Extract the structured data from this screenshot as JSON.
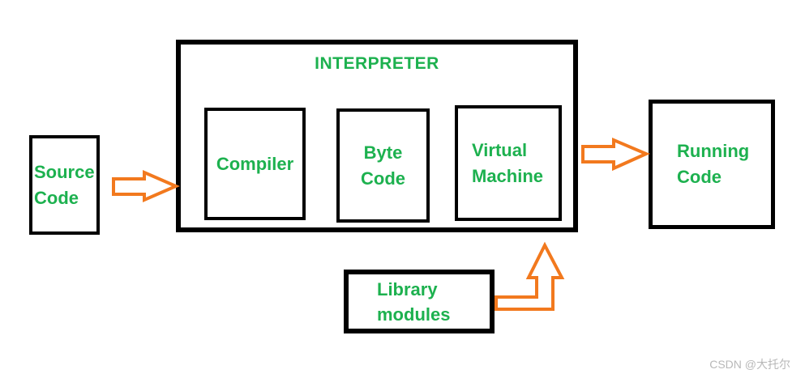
{
  "interpreter": {
    "title": "INTERPRETER"
  },
  "boxes": {
    "source_code": {
      "lines": [
        "Source",
        "Code"
      ]
    },
    "compiler": {
      "lines": [
        "Compiler"
      ]
    },
    "byte_code": {
      "lines": [
        "Byte",
        "Code"
      ]
    },
    "virtual_machine": {
      "lines": [
        "Virtual",
        "Machine"
      ]
    },
    "running_code": {
      "lines": [
        "Running",
        "Code"
      ]
    },
    "library_modules": {
      "lines": [
        "Library",
        "modules"
      ]
    }
  },
  "arrows": [
    {
      "name": "source-code-to-interpreter",
      "shape": "right-block-arrow"
    },
    {
      "name": "interpreter-to-running-code",
      "shape": "right-block-arrow"
    },
    {
      "name": "library-modules-to-interpreter",
      "shape": "up-elbow-block-arrow"
    }
  ],
  "colors": {
    "label_green": "#1db14f",
    "arrow_orange": "#f2791e",
    "box_border_black": "#000000",
    "watermark_gray": "#b8b8b8",
    "background": "#ffffff"
  },
  "watermark": "CSDN @大托尔"
}
